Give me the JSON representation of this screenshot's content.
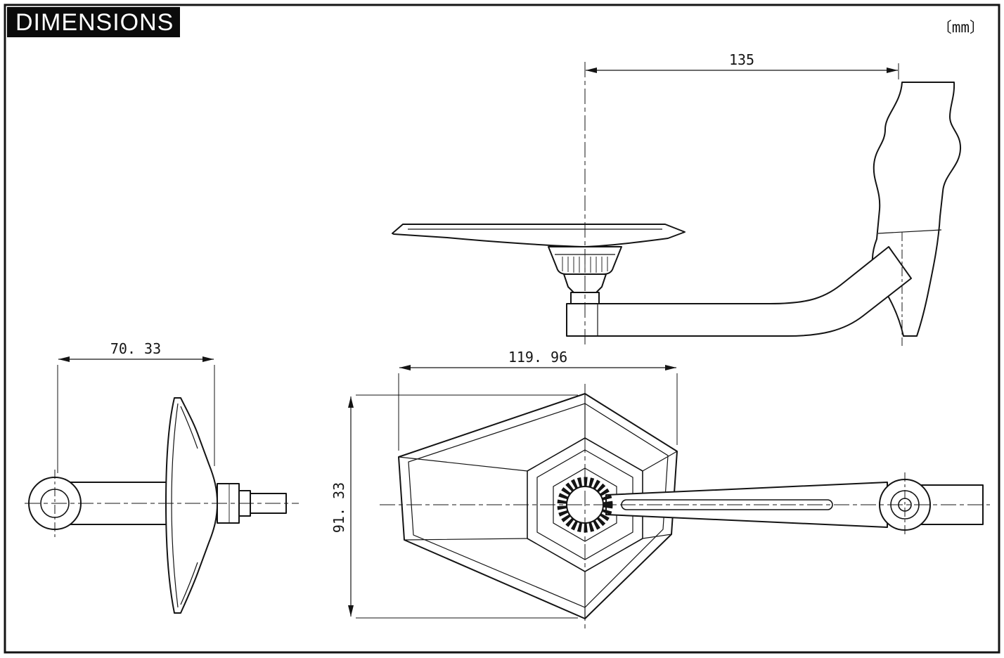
{
  "header": {
    "title": "DIMENSIONS",
    "unit_label": "〔mm〕"
  },
  "views": {
    "side": {
      "dim_length": "135"
    },
    "front": {
      "dim_width": "70. 33"
    },
    "top": {
      "dim_width": "119. 96",
      "dim_height": "91. 33"
    }
  },
  "colors": {
    "line": "#141414",
    "background": "#ffffff",
    "title_bg": "#0b0b0b",
    "title_fg": "#ffffff"
  }
}
